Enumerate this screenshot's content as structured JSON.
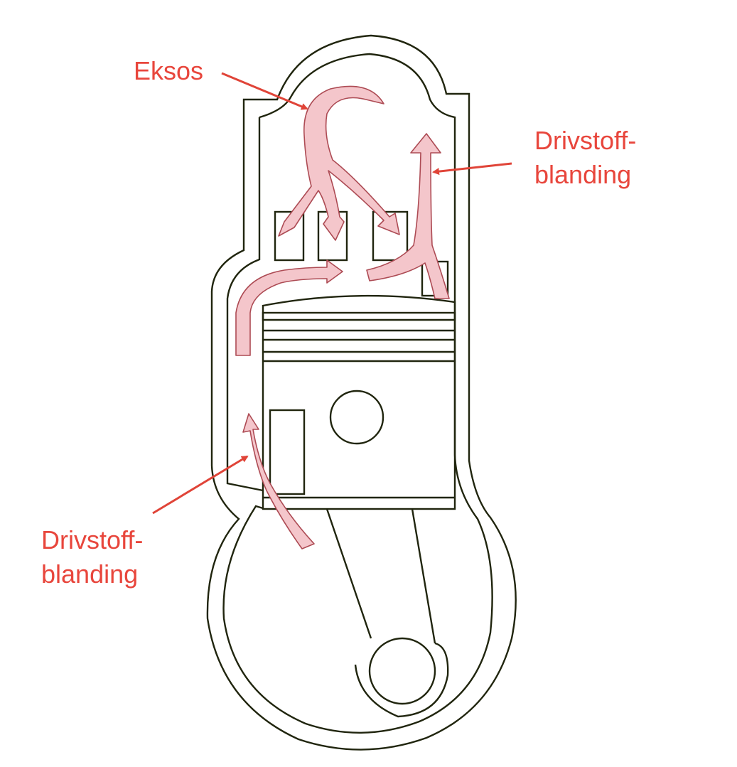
{
  "labels": {
    "exhaust": "Eksos",
    "mixture_right": [
      "Drivstoff-",
      "blanding"
    ],
    "mixture_left": [
      "Drivstoff-",
      "blanding"
    ]
  },
  "colors": {
    "outline": "#20250e",
    "label_text": "#e8463c",
    "leader_line": "#e04438",
    "flow_fill": "#f4c6cb",
    "flow_stroke": "#ad4b54",
    "background": "#ffffff"
  }
}
